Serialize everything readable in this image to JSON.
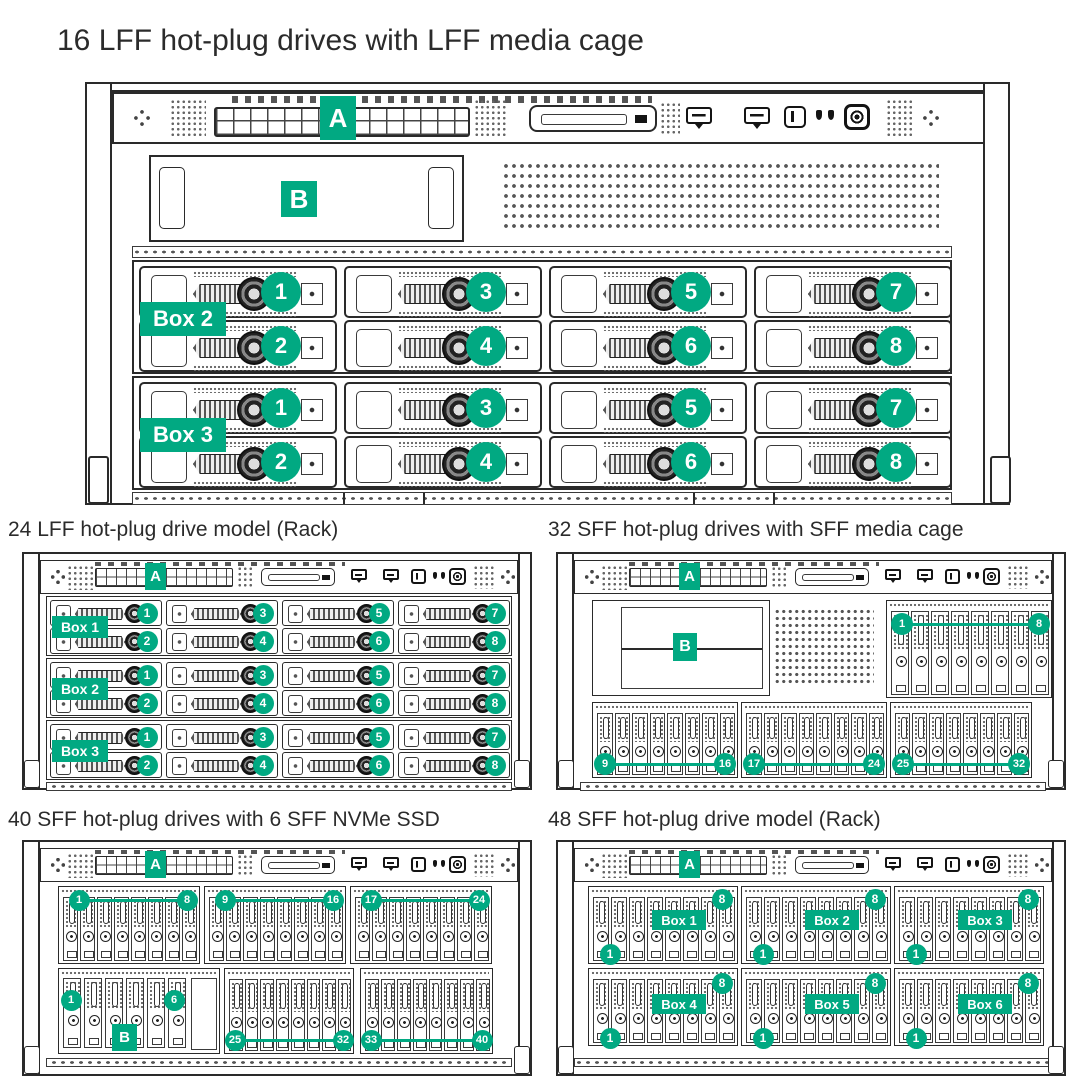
{
  "accent": "#01A982",
  "ink": "#2a2a2a",
  "titles": {
    "main": "16 LFF hot-plug drives with LFF media cage",
    "lff24": "24 LFF hot-plug drive model (Rack)",
    "sff32": "32 SFF hot-plug drives with SFF media cage",
    "sff40": "40 SFF hot-plug drives with 6 SFF NVMe SSD",
    "sff48": "48 SFF hot-plug drive model (Rack)"
  },
  "front_panel_icons": [
    "vent-grid-icon",
    "optical-bay-icon",
    "dvd-slot-icon",
    "usb-port-icon",
    "usb-port-icon",
    "drive-door-button-icon",
    "power-led-icon",
    "uid-led-icon",
    "power-button-icon"
  ],
  "diagrams": {
    "main": {
      "bay_label": "A",
      "media_label": "B",
      "boxes": [
        {
          "label": "Box 2",
          "rows": [
            [
              "1",
              "3",
              "5",
              "7"
            ],
            [
              "2",
              "4",
              "6",
              "8"
            ]
          ]
        },
        {
          "label": "Box 3",
          "rows": [
            [
              "1",
              "3",
              "5",
              "7"
            ],
            [
              "2",
              "4",
              "6",
              "8"
            ]
          ]
        }
      ]
    },
    "lff24": {
      "bay_label": "A",
      "boxes": [
        {
          "label": "Box 1",
          "rows": [
            [
              "1",
              "3",
              "5",
              "7"
            ],
            [
              "2",
              "4",
              "6",
              "8"
            ]
          ]
        },
        {
          "label": "Box 2",
          "rows": [
            [
              "1",
              "3",
              "5",
              "7"
            ],
            [
              "2",
              "4",
              "6",
              "8"
            ]
          ]
        },
        {
          "label": "Box 3",
          "rows": [
            [
              "1",
              "3",
              "5",
              "7"
            ],
            [
              "2",
              "4",
              "6",
              "8"
            ]
          ]
        }
      ]
    },
    "sff32": {
      "bay_label": "A",
      "media_label": "B",
      "top_group": {
        "first": "1",
        "last": "8",
        "drives": 8
      },
      "bottom_groups": [
        {
          "first": "9",
          "last": "16",
          "drives": 8
        },
        {
          "first": "17",
          "last": "24",
          "drives": 8
        },
        {
          "first": "25",
          "last": "32",
          "drives": 8
        }
      ]
    },
    "sff40": {
      "bay_label": "A",
      "nvme_label": "B",
      "top_groups": [
        {
          "first": "1",
          "last": "8",
          "drives": 8
        },
        {
          "first": "9",
          "last": "16",
          "drives": 8
        },
        {
          "first": "17",
          "last": "24",
          "drives": 8
        }
      ],
      "nvme_group": {
        "first": "1",
        "last": "6",
        "drives": 6
      },
      "bottom_groups": [
        {
          "first": "25",
          "last": "32",
          "drives": 8
        },
        {
          "first": "33",
          "last": "40",
          "drives": 8
        }
      ]
    },
    "sff48": {
      "bay_label": "A",
      "top_boxes": [
        {
          "label": "Box 1",
          "first": "1",
          "last": "8",
          "drives": 8
        },
        {
          "label": "Box 2",
          "first": "1",
          "last": "8",
          "drives": 8
        },
        {
          "label": "Box 3",
          "first": "1",
          "last": "8",
          "drives": 8
        }
      ],
      "bottom_boxes": [
        {
          "label": "Box 4",
          "first": "1",
          "last": "8",
          "drives": 8
        },
        {
          "label": "Box 5",
          "first": "1",
          "last": "8",
          "drives": 8
        },
        {
          "label": "Box 6",
          "first": "1",
          "last": "8",
          "drives": 8
        }
      ]
    }
  }
}
